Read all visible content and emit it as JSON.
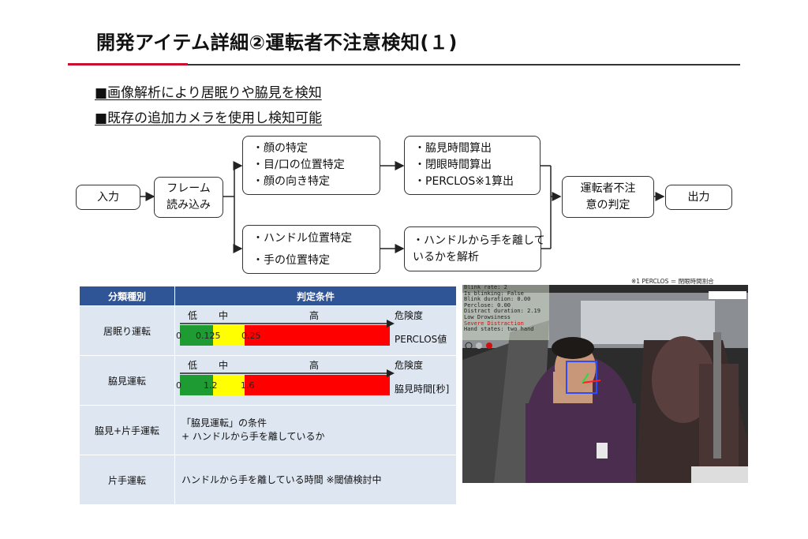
{
  "page": {
    "title": "開発アイテム詳細②運転者不注意検知(１)",
    "bullets": [
      "■画像解析により居眠りや脇見を検知",
      "■既存の追加カメラを使用し検知可能"
    ]
  },
  "flow": {
    "input": "入力",
    "frame": [
      "フレーム",
      "読み込み"
    ],
    "face": [
      "・顔の特定",
      "・目/口の位置特定",
      "・顔の向き特定"
    ],
    "handle": [
      "・ハンドル位置特定",
      "・手の位置特定"
    ],
    "calc": [
      "・脇見時間算出",
      "・閉眼時間算出",
      "・PERCLOS※1算出"
    ],
    "analyze": [
      "・ハンドルから手を離して",
      "いるかを解析"
    ],
    "judge": [
      "運転者不注",
      "意の判定"
    ],
    "output": "出力"
  },
  "table": {
    "headers": [
      "分類種別",
      "判定条件"
    ],
    "rows": [
      {
        "category": "居眠り運転",
        "levels": [
          "低",
          "中",
          "高"
        ],
        "risk_label": "危険度",
        "ticks": [
          "0",
          "0.125",
          "0.25"
        ],
        "metric": "PERCLOS値",
        "thresholds": [
          0.125,
          0.25
        ]
      },
      {
        "category": "脇見運転",
        "levels": [
          "低",
          "中",
          "高"
        ],
        "risk_label": "危険度",
        "ticks": [
          "0",
          "1.2",
          "1.6"
        ],
        "metric": "脇見時間[秒]",
        "thresholds": [
          1.2,
          1.6
        ]
      },
      {
        "category": "脇見+片手運転",
        "lines": [
          "「脇見運転」の条件",
          "+ ハンドルから手を離しているか"
        ]
      },
      {
        "category": "片手運転",
        "lines": [
          "ハンドルから手を離している時間 ※閾値検討中"
        ]
      }
    ]
  },
  "footnote": "※1 PERCLOS ＝ 閉眼時間割合",
  "camera_overlay": [
    "Blink rate: 2",
    "Is blinking: False",
    "Blink duration: 0.00",
    "Perclose: 0.00",
    "Distract duration: 2.19",
    "Low Drowsiness",
    "Severe Distraction",
    "Hand states: two hand"
  ],
  "colors": {
    "low": "#1e9b32",
    "mid": "#ffff00",
    "high": "#ff0000",
    "header": "#2f5597",
    "cell": "#dde6f1",
    "accent": "#c8102e"
  }
}
